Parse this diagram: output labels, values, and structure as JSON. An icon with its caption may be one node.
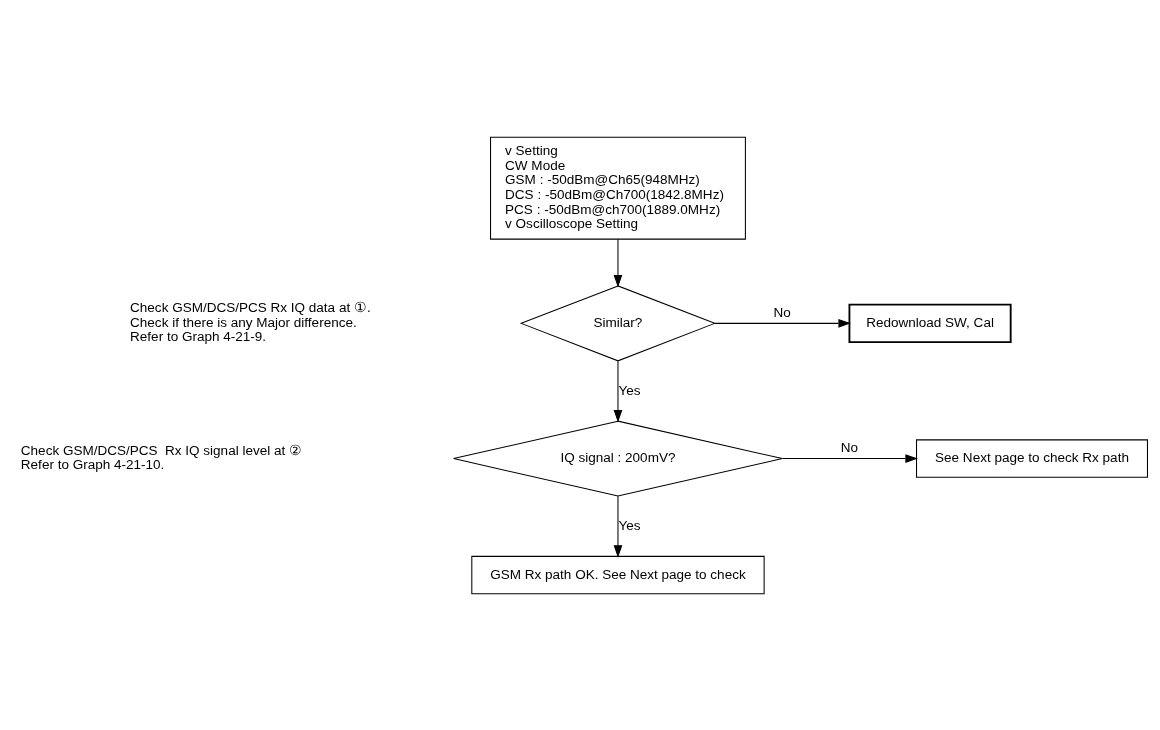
{
  "diagram": {
    "nodes": [
      {
        "text": [
          "v Setting",
          "CW Mode",
          "GSM : -50dBm@Ch65(948MHz)",
          "DCS : -50dBm@Ch700(1842.8MHz)",
          "PCS : -50dBm@ch700(1889.0MHz)",
          "v Oscilloscope Setting"
        ]
      },
      {
        "text": [
          "Similar?"
        ],
        "beside": [
          "Check GSM/DCS/PCS Rx IQ data at ①.",
          "Check if there is any Major difference.",
          "Refer to Graph 4-21-9."
        ]
      },
      {
        "text": [
          "Redownload SW, Cal"
        ]
      },
      {
        "text": [
          "IQ signal : 200mV?"
        ],
        "beside": [
          "Check GSM/DCS/PCS  Rx IQ signal level at ②",
          "Refer to Graph 4-21-10."
        ]
      },
      {
        "text": [
          "See Next page to check Rx path"
        ]
      },
      {
        "text": [
          "GSM Rx path OK. See Next page to check"
        ]
      }
    ],
    "edges": [
      {
        "from": 0,
        "to": 1,
        "arrow": "to"
      },
      {
        "from": 1,
        "to": 2,
        "arrow": "to",
        "label": "No"
      },
      {
        "from": 1,
        "to": 3,
        "arrow": "to",
        "label": "Yes"
      },
      {
        "from": 3,
        "to": 4,
        "arrow": "to",
        "label": "No"
      },
      {
        "from": 3,
        "to": 5,
        "arrow": "to",
        "label": "Yes"
      }
    ]
  }
}
